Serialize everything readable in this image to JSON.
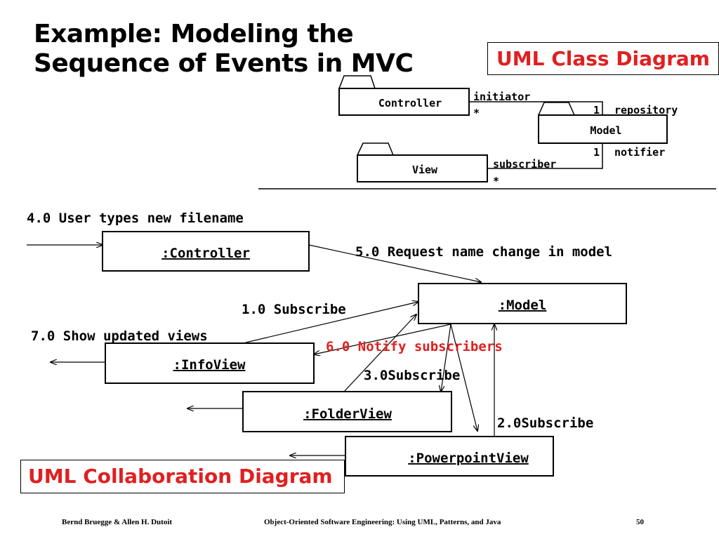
{
  "title": {
    "line1": "Example: Modeling the",
    "line2": "Sequence of Events in MVC"
  },
  "class_diagram": {
    "label": "UML Class Diagram",
    "classes": {
      "controller": "Controller",
      "model": "Model",
      "view": "View"
    },
    "roles": {
      "initiator": "initiator",
      "initiator_mult": "*",
      "repository_mult": "1",
      "repository": "repository",
      "notifier_mult": "1",
      "notifier": "notifier",
      "subscriber": "subscriber",
      "subscriber_mult": "*"
    }
  },
  "collaboration_diagram": {
    "label": "UML Collaboration Diagram",
    "objects": {
      "controller": ":Controller",
      "model": ":Model",
      "infoview": ":InfoView",
      "folderview": ":FolderView",
      "powerpointview": ":PowerpointView"
    },
    "messages": {
      "m4": "4.0 User types new filename",
      "m5": "5.0 Request name change in model",
      "m1": "1.0 Subscribe",
      "m7": "7.0 Show updated views",
      "m6": "6.0 Notify subscribers",
      "m3": "3.0Subscribe",
      "m2": "2.0Subscribe"
    },
    "highlight_color": "#e02020"
  },
  "footer": {
    "authors": "Bernd Bruegge & Allen H. Dutoit",
    "book": "Object-Oriented Software Engineering: Using UML, Patterns, and Java",
    "page": "50"
  }
}
